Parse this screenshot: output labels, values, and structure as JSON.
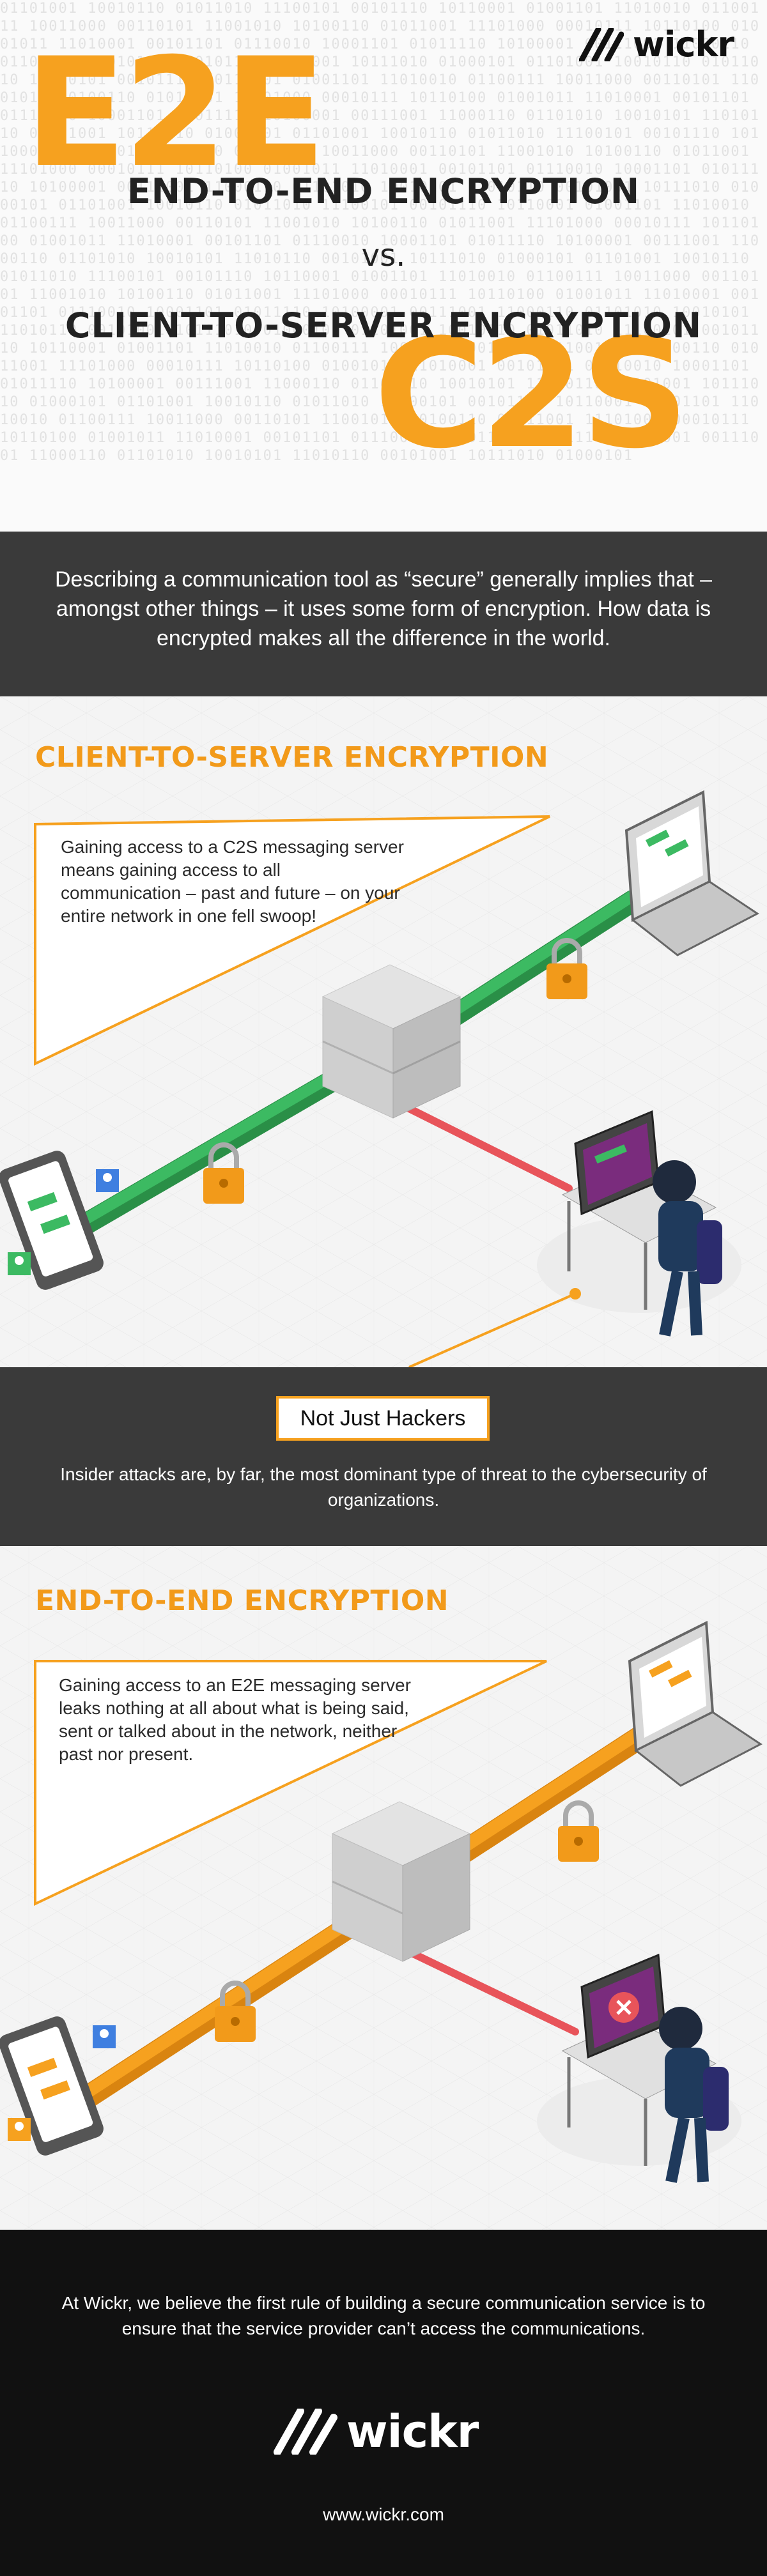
{
  "header": {
    "big_top": "E2E",
    "big_bottom": "C2S",
    "line1": "END-TO-END ENCRYPTION",
    "vs": "vs.",
    "line2": "CLIENT-TO-SERVER ENCRYPTION",
    "logo_text": "wickr",
    "binary": "01101001 10010110 01011010 11100101 00101110 10110001 01001101 11010010 01100111 10011000 00110101 11001010 10100110 01011001 11101000 00010111 10110100 01001011 11010001 00101101 01110010 10001101 01011110 10100001 00111001 11000110 01101010 10010101 11010110 00101001 10111010 01000101 01101001 10010110 01011010 11100101 00101110 10110001 01001101 11010010 01100111 10011000 00110101 11001010 10100110 01011001 11101000 00010111 10110100 01001011 11010001 00101101 01110010 10001101 01011110 10100001 00111001 11000110 01101010 10010101 11010110 00101001 10111010 01000101 01101001 10010110 01011010 11100101 00101110 10110001 01001101 11010010 01100111 10011000 00110101 11001010 10100110 01011001 11101000 00010111 10110100 01001011 11010001 00101101 01110010 10001101 01011110 10100001 00111001 11000110 01101010 10010101 11010110 00101001 10111010 01000101 01101001 10010110 01011010 11100101 00101110 10110001 01001101 11010010 01100111 10011000 00110101 11001010 10100110 01011001 11101000 00010111 10110100 01001011 11010001 00101101 01110010 10001101 01011110 10100001 00111001 11000110 01101010 10010101 11010110 00101001 10111010 01000101 01101001 10010110 01011010 11100101 00101110 10110001 01001101 11010010 01100111 10011000 00110101 11001010 10100110 01011001 11101000 00010111 10110100 01001011 11010001 00101101 01110010 10001101 01011110 10100001 00111001 11000110 01101010 10010101 11010110 00101001 10111010 01000101 01101001 10010110 01011010 11100101 00101110 10110001 01001101 11010010 01100111 10011000 00110101 11001010 10100110 01011001 11101000 00010111 10110100 01001011 11010001 00101101 01110010 10001101 01011110 10100001 00111001 11000110 01101010 10010101 11010110 00101001 10111010 01000101 01101001 10010110 01011010 11100101 00101110 10110001 01001101 11010010 01100111 10011000 00110101 11001010 10100110 01011001 11101000 00010111 10110100 01001011 11010001 00101101 01110010 10001101 01011110 10100001 00111001 11000110 01101010 10010101 11010110 00101001 10111010 01000101"
  },
  "intro": {
    "text": "Describing a communication tool as “secure” generally implies that – amongst other things – it uses some form of encryption. How data is encrypted makes all the difference in the world."
  },
  "c2s": {
    "title": "CLIENT-TO-SERVER ENCRYPTION",
    "callout": "Gaining access to a C2S messaging server means gaining access to all communication – past and future – on your entire network in one fell swoop!"
  },
  "hackers": {
    "label": "Not Just Hackers",
    "text": "Insider attacks are, by far, the most dominant type of threat to the cybersecurity of organizations."
  },
  "e2e": {
    "title": "END-TO-END ENCRYPTION",
    "callout": "Gaining access to an E2E messaging server leaks nothing at all about what is being said, sent or talked about in the network, neither past nor present."
  },
  "footer": {
    "text": "At Wickr, we believe the first rule of building a secure communication service is to ensure that the service provider can’t access the communications.",
    "logo_text": "wickr",
    "url": "www.wickr.com"
  },
  "colors": {
    "orange": "#f6a11f",
    "dark": "#3a3a3a",
    "black": "#111111",
    "green": "#27a552",
    "red": "#e8545a"
  }
}
